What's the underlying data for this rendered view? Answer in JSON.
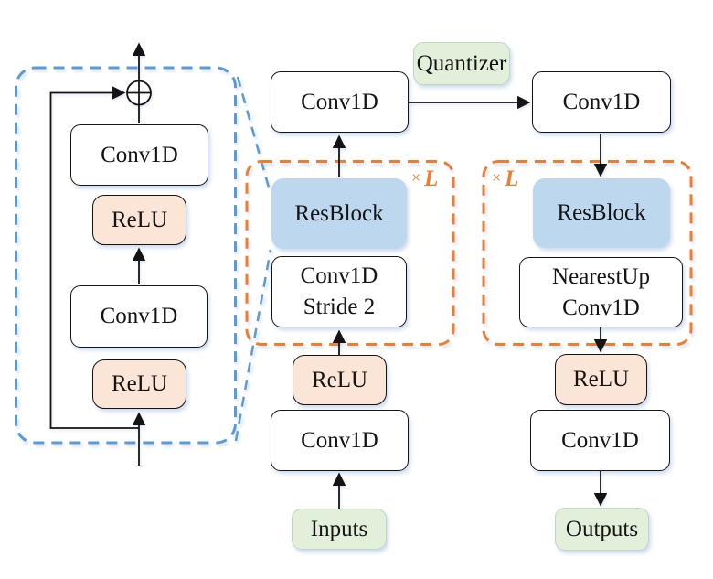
{
  "colors": {
    "accent_blue": "#5B9BD5",
    "accent_orange": "#ED7D31",
    "resblock_fill": "#BDD7EE",
    "relu_fill": "#FBE5D6",
    "io_fill": "#E2EFDA",
    "line_color": "#141414"
  },
  "labels": {
    "quantizer": "Quantizer",
    "repeat_times": "×",
    "repeat_count": "L"
  },
  "resblock_detail": {
    "conv_top": "Conv1D",
    "relu_top": "ReLU",
    "conv_bottom": "Conv1D",
    "relu_bottom": "ReLU"
  },
  "encoder": {
    "inputs": "Inputs",
    "conv_in": "Conv1D",
    "relu": "ReLU",
    "down_conv_line1": "Conv1D",
    "down_conv_line2": "Stride 2",
    "resblock": "ResBlock",
    "conv_out": "Conv1D"
  },
  "decoder": {
    "conv_in": "Conv1D",
    "resblock": "ResBlock",
    "up_conv_line1": "NearestUp",
    "up_conv_line2": "Conv1D",
    "relu": "ReLU",
    "conv_out": "Conv1D",
    "outputs": "Outputs"
  }
}
